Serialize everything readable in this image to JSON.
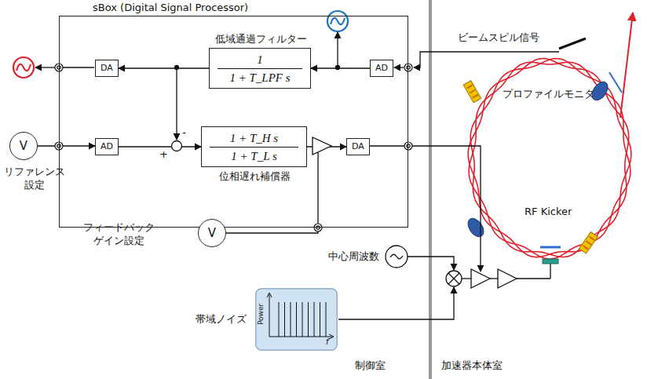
{
  "diagram": {
    "nodes": [
      {
        "text": [
          "sBox (Digital Signal Processor)"
        ]
      },
      {
        "text": [
          "DA"
        ],
        "in": 0
      },
      {
        "text": [
          "低域通過フィルター",
          "1",
          "1 + T_LPF s"
        ],
        "in": 0
      },
      {
        "text": [
          "AD"
        ],
        "in": 0
      },
      {
        "text": [
          "AD"
        ],
        "in": 0
      },
      {
        "text": [
          "1 + T_H s",
          "1 + T_L s",
          "位相遅れ補償器"
        ],
        "in": 0
      },
      {
        "text": [
          "DA"
        ],
        "in": 0
      },
      {
        "text": [
          "V",
          "リファレンス 設定"
        ]
      },
      {
        "text": [
          "V",
          "フィードバック ゲイン設定"
        ]
      },
      {
        "text": [
          "帯域ノイズ",
          "Power",
          "f"
        ]
      }
    ],
    "edges": [
      {
        "from": 3,
        "to": 2,
        "arrow": "to"
      },
      {
        "from": 2,
        "to": 1,
        "arrow": "to"
      },
      {
        "from": 7,
        "to": 4,
        "arrow": "to"
      },
      {
        "from": 4,
        "to": 5,
        "arrow": "to"
      },
      {
        "from": 5,
        "to": 6,
        "arrow": "to"
      }
    ],
    "labels": [
      "-",
      "+",
      "中心周波数",
      "制御室",
      "加速器本体室",
      "ビームスピル信号",
      "プロファイルモニタ",
      "RF Kicker"
    ]
  }
}
